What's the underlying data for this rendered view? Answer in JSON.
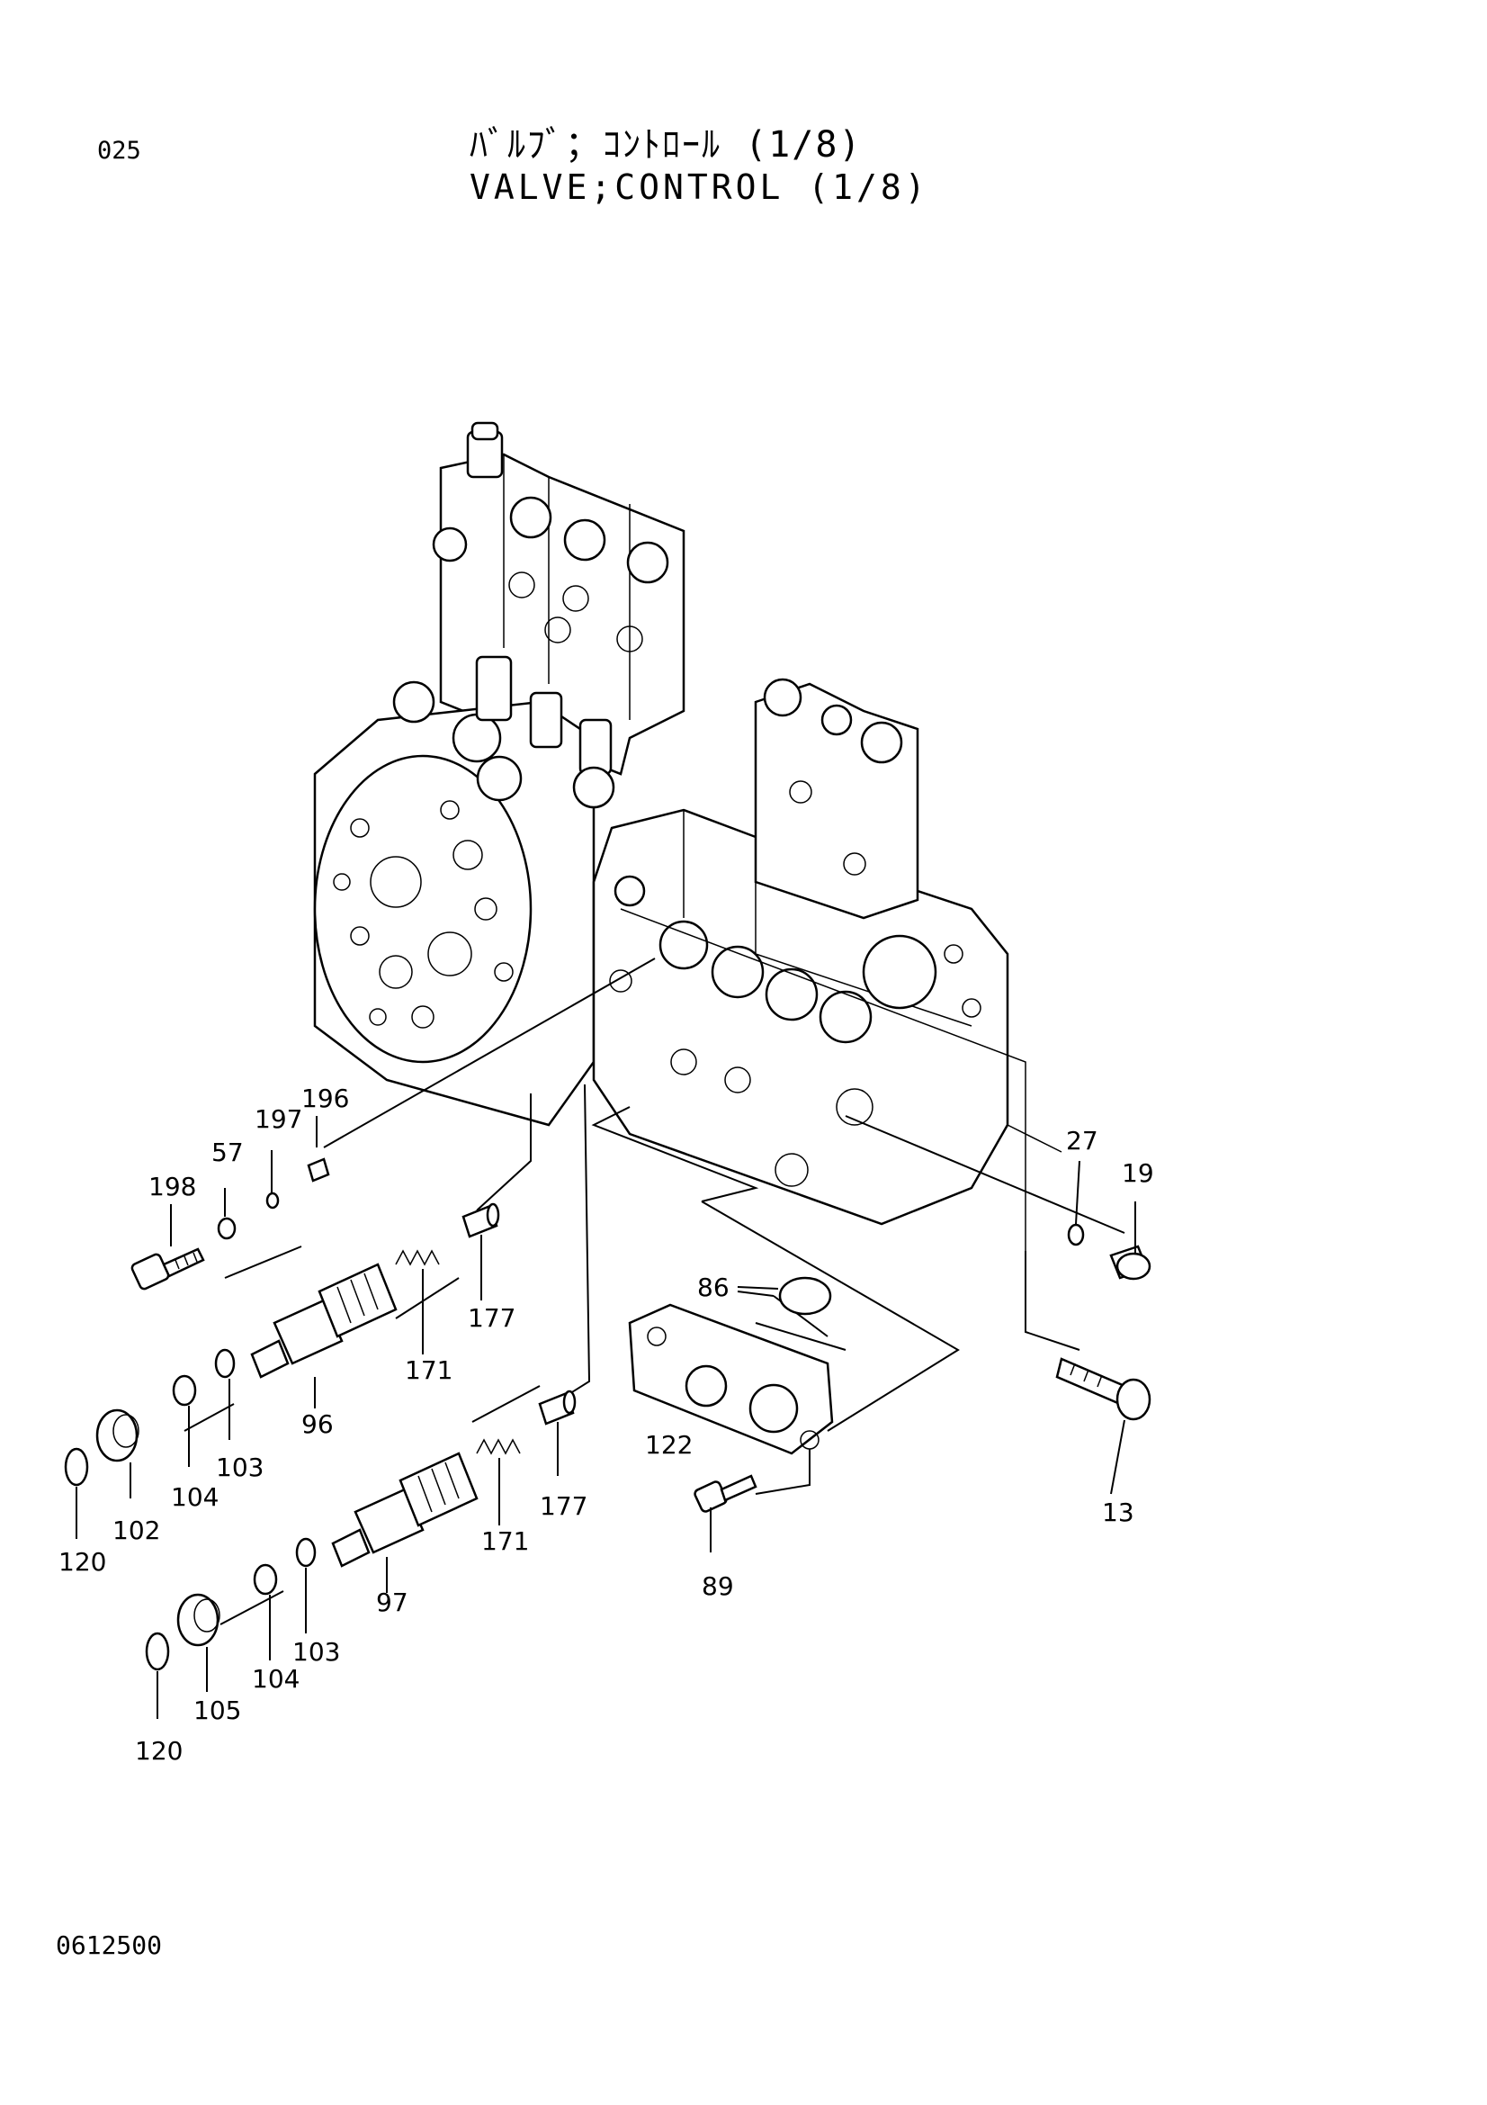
{
  "page_number": "025",
  "title_ja": "ﾊﾞﾙﾌﾞ；ｺﾝﾄﾛｰﾙ (1/8)",
  "title_en": "VALVE;CONTROL (1/8)",
  "drawing_number": "0612500",
  "callouts": {
    "c196": "196",
    "c197": "197",
    "c57": "57",
    "c198": "198",
    "c177a": "177",
    "c171a": "171",
    "c96": "96",
    "c103a": "103",
    "c104a": "104",
    "c102": "102",
    "c120a": "120",
    "c177b": "177",
    "c171b": "171",
    "c97": "97",
    "c103b": "103",
    "c104b": "104",
    "c105": "105",
    "c120b": "120",
    "c86": "86",
    "c122": "122",
    "c89": "89",
    "c27": "27",
    "c19": "19",
    "c13": "13"
  }
}
